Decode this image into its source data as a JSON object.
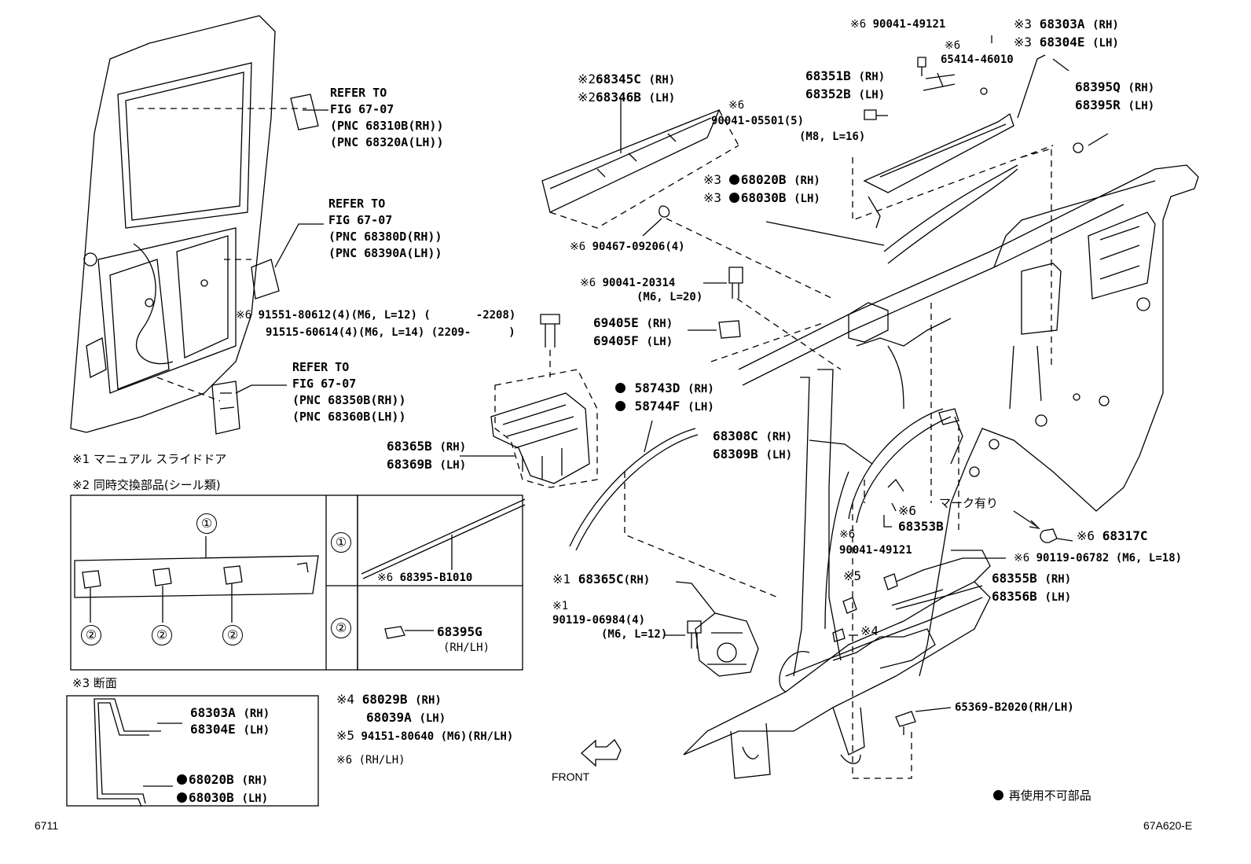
{
  "refer_blocks": [
    {
      "l1": "REFER TO",
      "l2": "FIG 67-07",
      "l3": "(PNC 68310B(RH))",
      "l4": "(PNC 68320A(LH))"
    },
    {
      "l1": "REFER TO",
      "l2": "FIG 67-07",
      "l3": "(PNC 68380D(RH))",
      "l4": "(PNC 68390A(LH))"
    },
    {
      "l1": "REFER TO",
      "l2": "FIG 67-07",
      "l3": "(PNC 68350B(RH))",
      "l4": "(PNC 68360B(LH))"
    }
  ],
  "parts": {
    "p68345": {
      "mark": "※2",
      "rh": "68345C",
      "lh": "68346B",
      "rh_tag": "(RH)",
      "lh_tag": "(LH)"
    },
    "p90041_49121_top": {
      "mark": "※6",
      "num": "90041-49121"
    },
    "p65414": {
      "mark": "※6",
      "num": "65414-46010"
    },
    "p68303": {
      "mark": "※3",
      "rh": "68303A",
      "lh": "68304E",
      "rh_tag": "(RH)",
      "lh_tag": "(LH)"
    },
    "p68351": {
      "rh": "68351B",
      "lh": "68352B",
      "rh_tag": "(RH)",
      "lh_tag": "(LH)"
    },
    "p68395q": {
      "rh": "68395Q",
      "lh": "68395R",
      "rh_tag": "(RH)",
      "lh_tag": "(LH)"
    },
    "p90041_05501": {
      "mark": "※6",
      "num": "90041-05501(5)",
      "spec": "(M8, L=16)"
    },
    "p68020": {
      "mark": "※3",
      "rh": "68020B",
      "lh": "68030B",
      "rh_tag": "(RH)",
      "lh_tag": "(LH)"
    },
    "p90467": {
      "mark": "※6",
      "num": "90467-09206(4)"
    },
    "p90041_20314": {
      "mark": "※6",
      "num": "90041-20314",
      "spec": "(M6, L=20)"
    },
    "p69405": {
      "rh": "69405E",
      "lh": "69405F",
      "rh_tag": "(RH)",
      "lh_tag": "(LH)"
    },
    "p91551": {
      "mark": "※6",
      "line1": "91551-80612(4)(M6, L=12) (",
      "line1b": "-2208)",
      "line2": "91515-60614(4)(M6, L=14) (2209-",
      "line2b": ")"
    },
    "p58743": {
      "rh": "58743D",
      "lh": "58744F",
      "rh_tag": "(RH)",
      "lh_tag": "(LH)"
    },
    "p68308": {
      "rh": "68308C",
      "lh": "68309B",
      "rh_tag": "(RH)",
      "lh_tag": "(LH)"
    },
    "p68365b": {
      "rh": "68365B",
      "lh": "68369B",
      "rh_tag": "(RH)",
      "lh_tag": "(LH)"
    },
    "p68353": {
      "mark": "※6",
      "num": "68353B"
    },
    "p_mark_label": "マーク有り",
    "p68317": {
      "mark": "※6",
      "num": "68317C"
    },
    "p90041_49121_bot": {
      "mark": "※6",
      "num": "90041-49121"
    },
    "p90119_06782": {
      "mark": "※6",
      "num": "90119-06782",
      "spec": "(M6, L=18)"
    },
    "p68355": {
      "rh": "68355B",
      "lh": "68356B",
      "rh_tag": "(RH)",
      "lh_tag": "(LH)"
    },
    "p68365c": {
      "mark": "※1",
      "num": "68365C",
      "tag": "(RH)"
    },
    "p90119_06984": {
      "mark": "※1",
      "num": "90119-06984(4)",
      "spec": "(M6, L=12)"
    },
    "mark5": "※5",
    "mark4": "※4",
    "p65369": {
      "num": "65369-B2020(RH/LH)"
    },
    "p68395_b1010": {
      "mark": "※6",
      "num": "68395-B1010"
    },
    "p68395g": {
      "num": "68395G",
      "tag": "(RH/LH)"
    }
  },
  "notes": {
    "n1": "※1 マニュアル スライドドア",
    "n2": "※2 同時交換部品(シール類)",
    "n3": "※3 断面",
    "n4_mark": "※4",
    "n4_rh": "68029B",
    "n4_rh_tag": "(RH)",
    "n4_lh": "68039A",
    "n4_lh_tag": "(LH)",
    "n5_mark": "※5",
    "n5_text": "94151-80640 (M6)(RH/LH)",
    "n6": "※6 (RH/LH)",
    "legend": "再使用不可部品",
    "front": "FRONT"
  },
  "inset2": {
    "c1": "①",
    "c2": "②"
  },
  "inset3": {
    "rh": "68303A",
    "lh": "68304E",
    "rh_tag": "(RH)",
    "lh_tag": "(LH)",
    "rh2": "68020B",
    "lh2": "68030B",
    "rh2_tag": "(RH)",
    "lh2_tag": "(LH)"
  },
  "footer": {
    "left": "6711",
    "right": "67A620-E"
  }
}
